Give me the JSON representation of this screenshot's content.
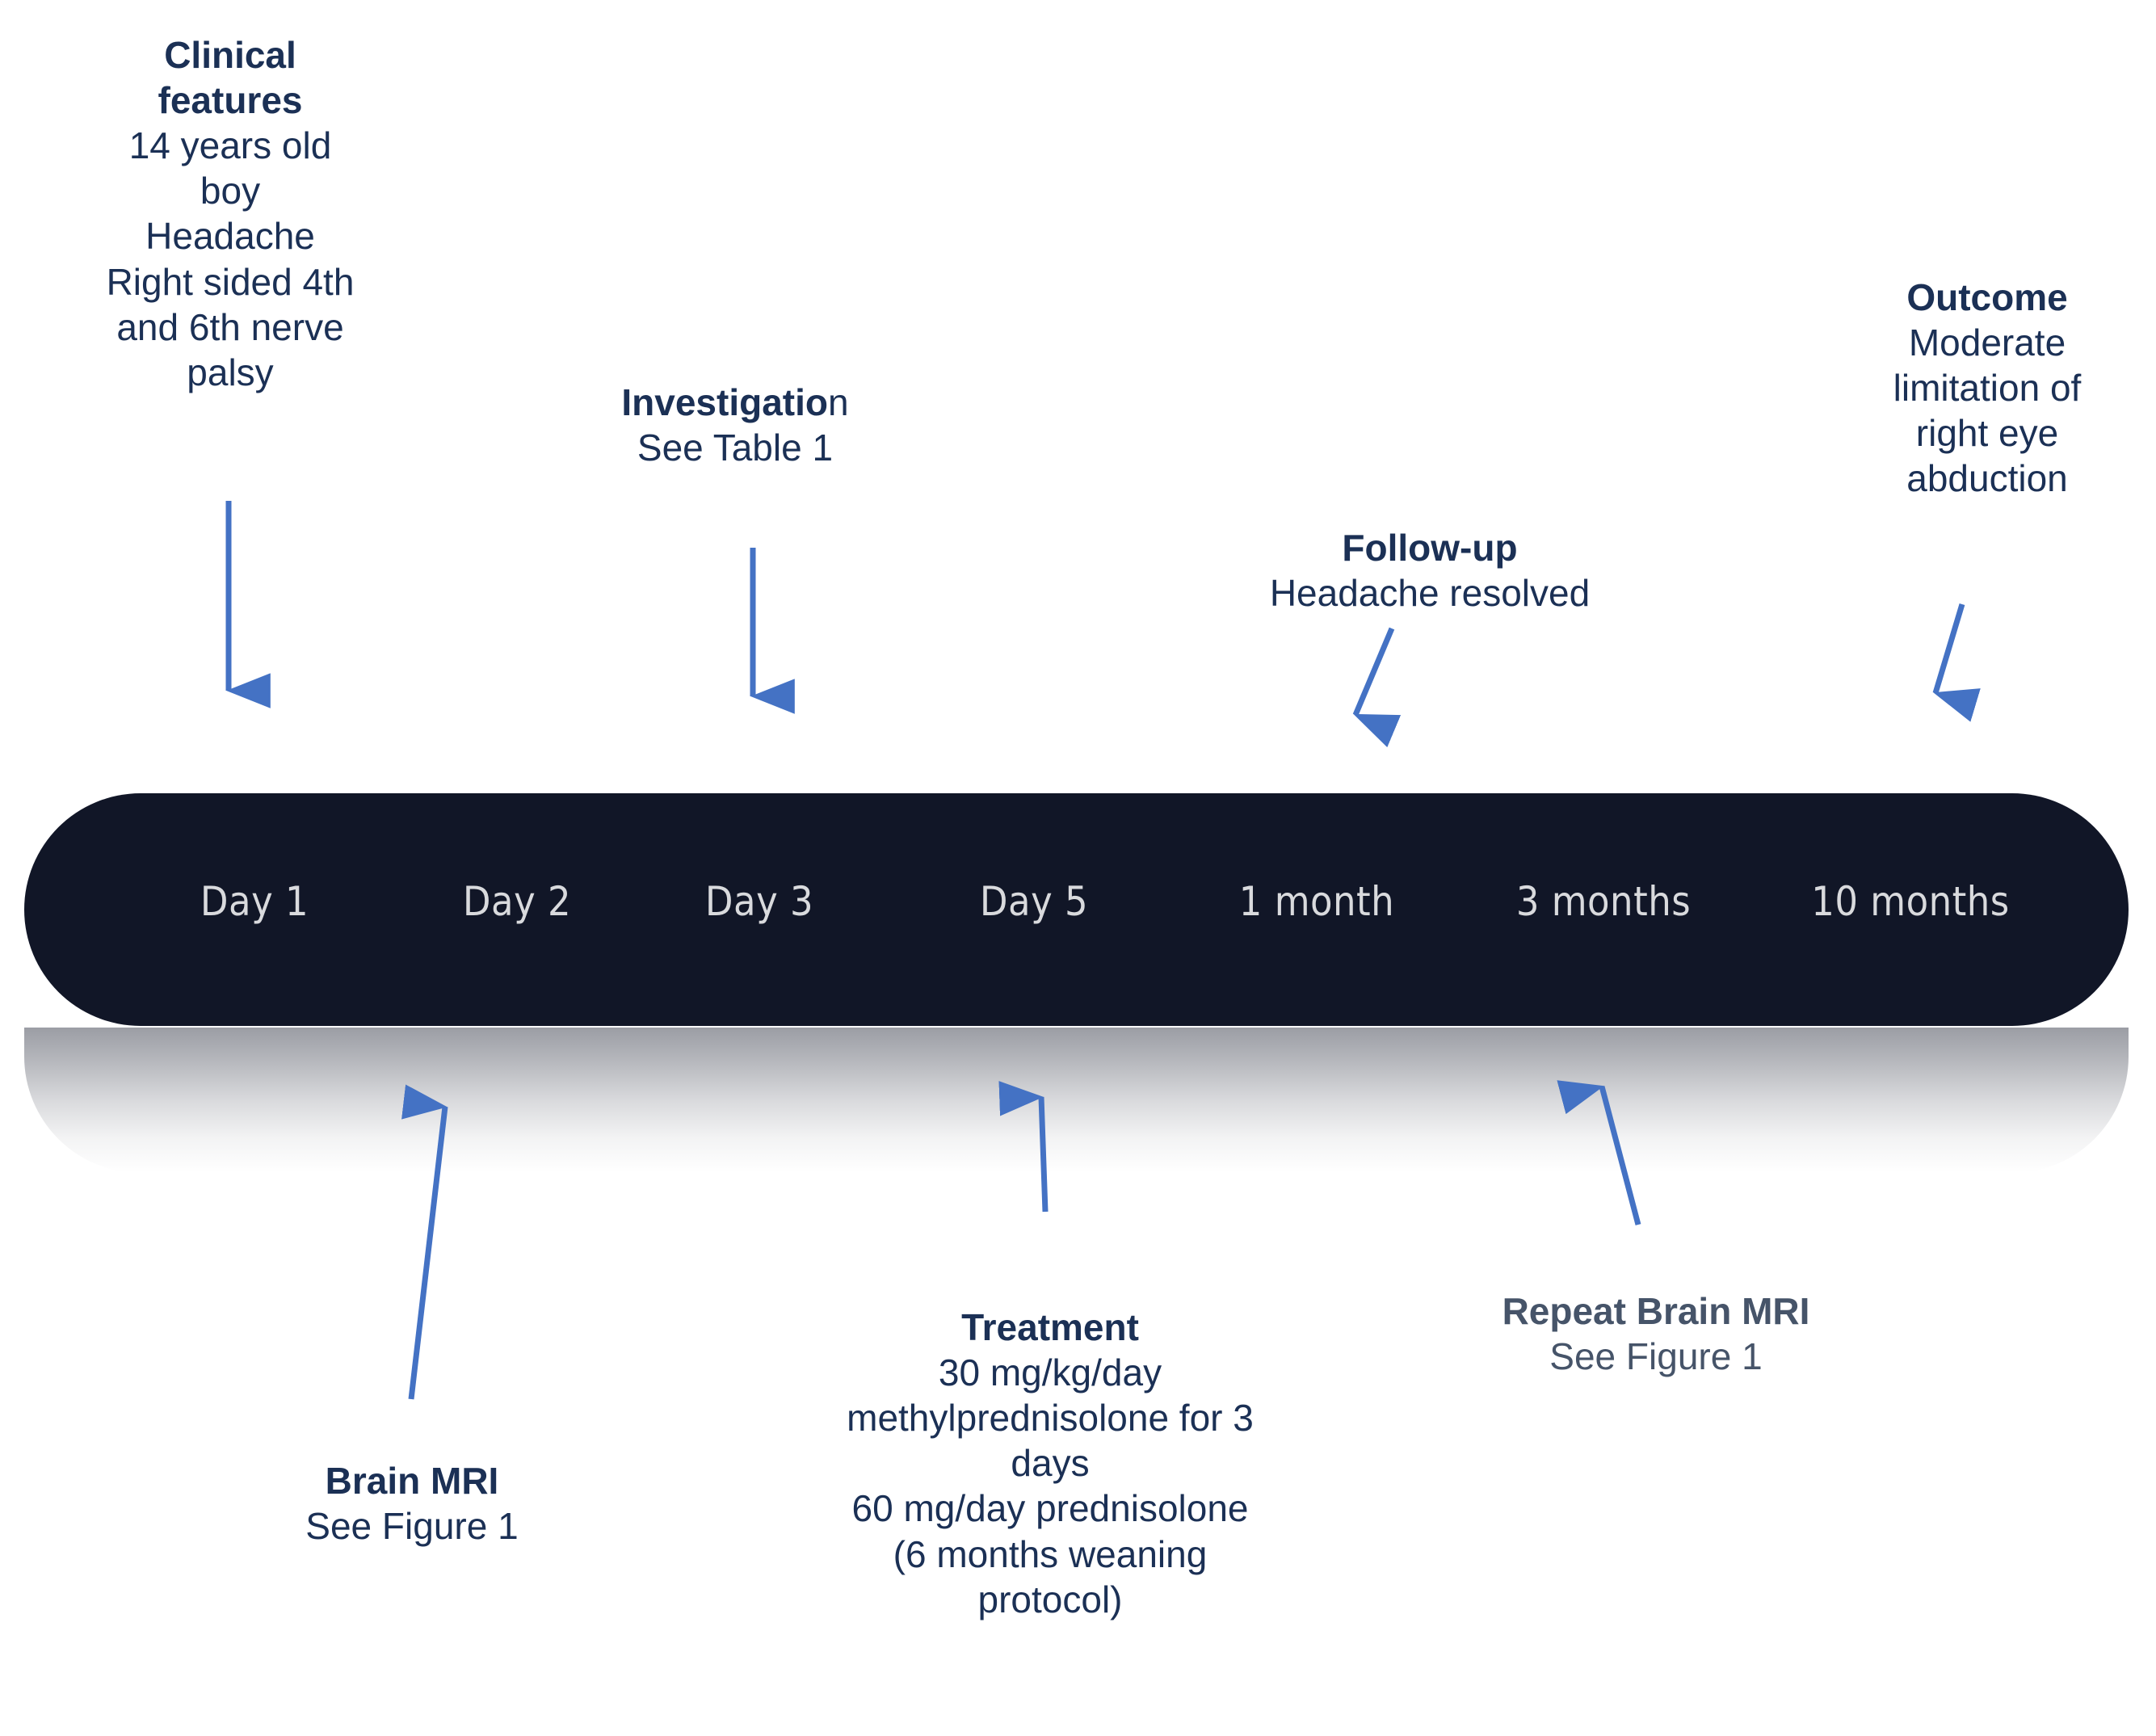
{
  "figure": {
    "type": "clinical-timeline",
    "accent_arrow_color": "#4472C4",
    "text_navy": "#1B3055",
    "text_slate": "#465469",
    "bar_color": "#111627",
    "bar_label_color": "#D9DADD"
  },
  "timeline": {
    "points": [
      {
        "label": "Day 1"
      },
      {
        "label": "Day 2"
      },
      {
        "label": "Day 3"
      },
      {
        "label": "Day 5"
      },
      {
        "label": "1 month"
      },
      {
        "label": "3 months"
      },
      {
        "label": "10 months"
      }
    ]
  },
  "annotations_above": [
    {
      "id": "clinical-features",
      "title": "Clinical features",
      "title_line1": "Clinical",
      "title_line2": "features",
      "body_lines": [
        "14 years old",
        "boy",
        "Headache",
        "Right sided 4th",
        "and 6th nerve",
        "palsy"
      ],
      "anchor": "Day 1"
    },
    {
      "id": "investigation",
      "title": "Investigation",
      "title_bold_part": "Investigatio",
      "title_thin_part": "n",
      "body_lines": [
        "See Table 1"
      ],
      "anchor": "Day 3"
    },
    {
      "id": "follow-up",
      "title": "Follow-up",
      "body_lines": [
        "Headache resolved"
      ],
      "anchor": "1 month"
    },
    {
      "id": "outcome",
      "title": "Outcome",
      "body_lines": [
        "Moderate",
        "limitation of",
        "right eye",
        "abduction"
      ],
      "anchor": "10 months"
    }
  ],
  "annotations_below": [
    {
      "id": "brain-mri",
      "title": "Brain MRI",
      "body_lines": [
        "See Figure 1"
      ],
      "anchor": "Day 2"
    },
    {
      "id": "treatment",
      "title": "Treatment",
      "body_lines": [
        "30 mg/kg/day",
        "methylprednisolone for 3",
        "days",
        "60 mg/day prednisolone",
        "(6 months weaning",
        "protocol)"
      ],
      "anchor": "Day 5"
    },
    {
      "id": "repeat-brain-mri",
      "title": "Repeat Brain MRI",
      "body_lines": [
        "See Figure 1"
      ],
      "anchor": "3 months"
    }
  ]
}
